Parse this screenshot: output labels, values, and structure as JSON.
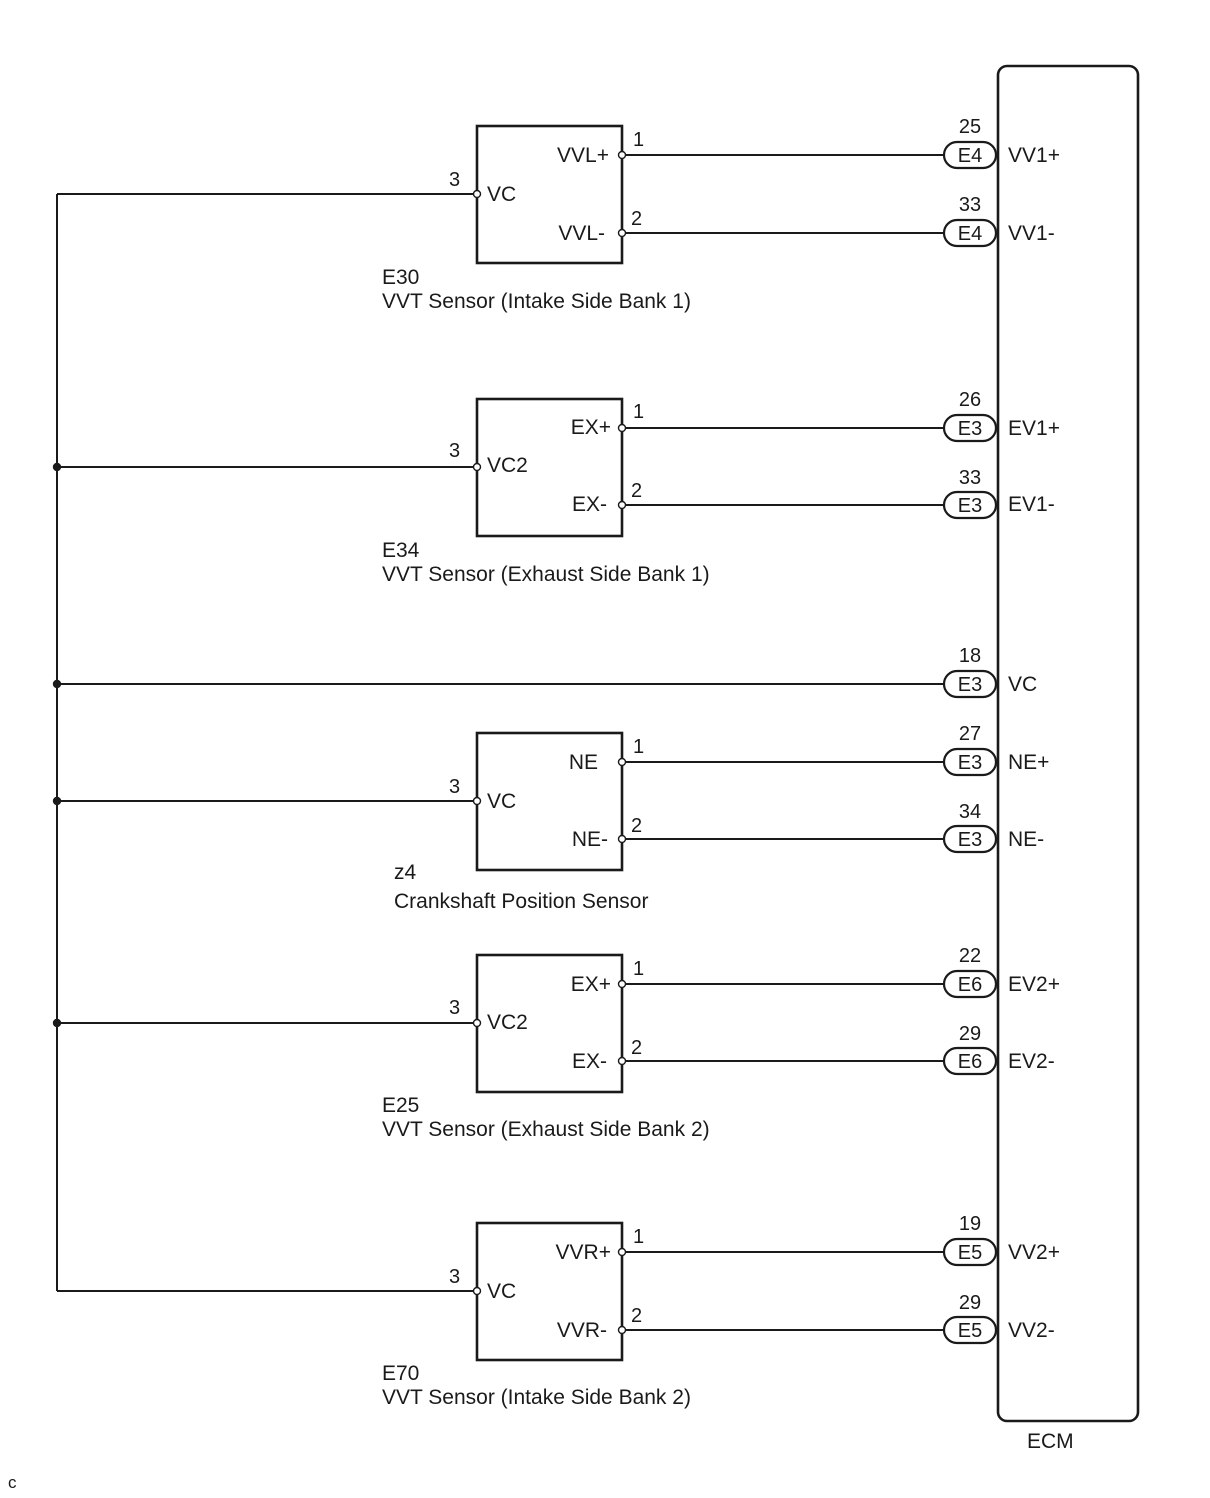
{
  "ecm": {
    "label": "ECM"
  },
  "corner_mark": "c",
  "sensors": [
    {
      "code": "E30",
      "name": "VVT Sensor (Intake Side Bank 1)",
      "vc": {
        "label": "VC",
        "pin": "3"
      },
      "outputs": [
        {
          "label": "VVL+",
          "pin": "1",
          "ecm_pin": "25",
          "connector": "E4",
          "ecm_label": "VV1+"
        },
        {
          "label": "VVL-",
          "pin": "2",
          "ecm_pin": "33",
          "connector": "E4",
          "ecm_label": "VV1-"
        }
      ]
    },
    {
      "code": "E34",
      "name": "VVT Sensor (Exhaust Side Bank 1)",
      "vc": {
        "label": "VC2",
        "pin": "3"
      },
      "outputs": [
        {
          "label": "EX+",
          "pin": "1",
          "ecm_pin": "26",
          "connector": "E3",
          "ecm_label": "EV1+"
        },
        {
          "label": "EX-",
          "pin": "2",
          "ecm_pin": "33",
          "connector": "E3",
          "ecm_label": "EV1-"
        }
      ]
    },
    {
      "code": "z4",
      "name": "Crankshaft Position Sensor",
      "vc": {
        "label": "VC",
        "pin": "3"
      },
      "outputs": [
        {
          "label": "NE",
          "pin": "1",
          "ecm_pin": "27",
          "connector": "E3",
          "ecm_label": "NE+"
        },
        {
          "label": "NE-",
          "pin": "2",
          "ecm_pin": "34",
          "connector": "E3",
          "ecm_label": "NE-"
        }
      ]
    },
    {
      "code": "E25",
      "name": "VVT Sensor (Exhaust Side Bank 2)",
      "vc": {
        "label": "VC2",
        "pin": "3"
      },
      "outputs": [
        {
          "label": "EX+",
          "pin": "1",
          "ecm_pin": "22",
          "connector": "E6",
          "ecm_label": "EV2+"
        },
        {
          "label": "EX-",
          "pin": "2",
          "ecm_pin": "29",
          "connector": "E6",
          "ecm_label": "EV2-"
        }
      ]
    },
    {
      "code": "E70",
      "name": "VVT Sensor (Intake Side Bank 2)",
      "vc": {
        "label": "VC",
        "pin": "3"
      },
      "outputs": [
        {
          "label": "VVR+",
          "pin": "1",
          "ecm_pin": "19",
          "connector": "E5",
          "ecm_label": "VV2+"
        },
        {
          "label": "VVR-",
          "pin": "2",
          "ecm_pin": "29",
          "connector": "E5",
          "ecm_label": "VV2-"
        }
      ]
    }
  ],
  "vc_supply": {
    "ecm_pin": "18",
    "connector": "E3",
    "ecm_label": "VC"
  }
}
